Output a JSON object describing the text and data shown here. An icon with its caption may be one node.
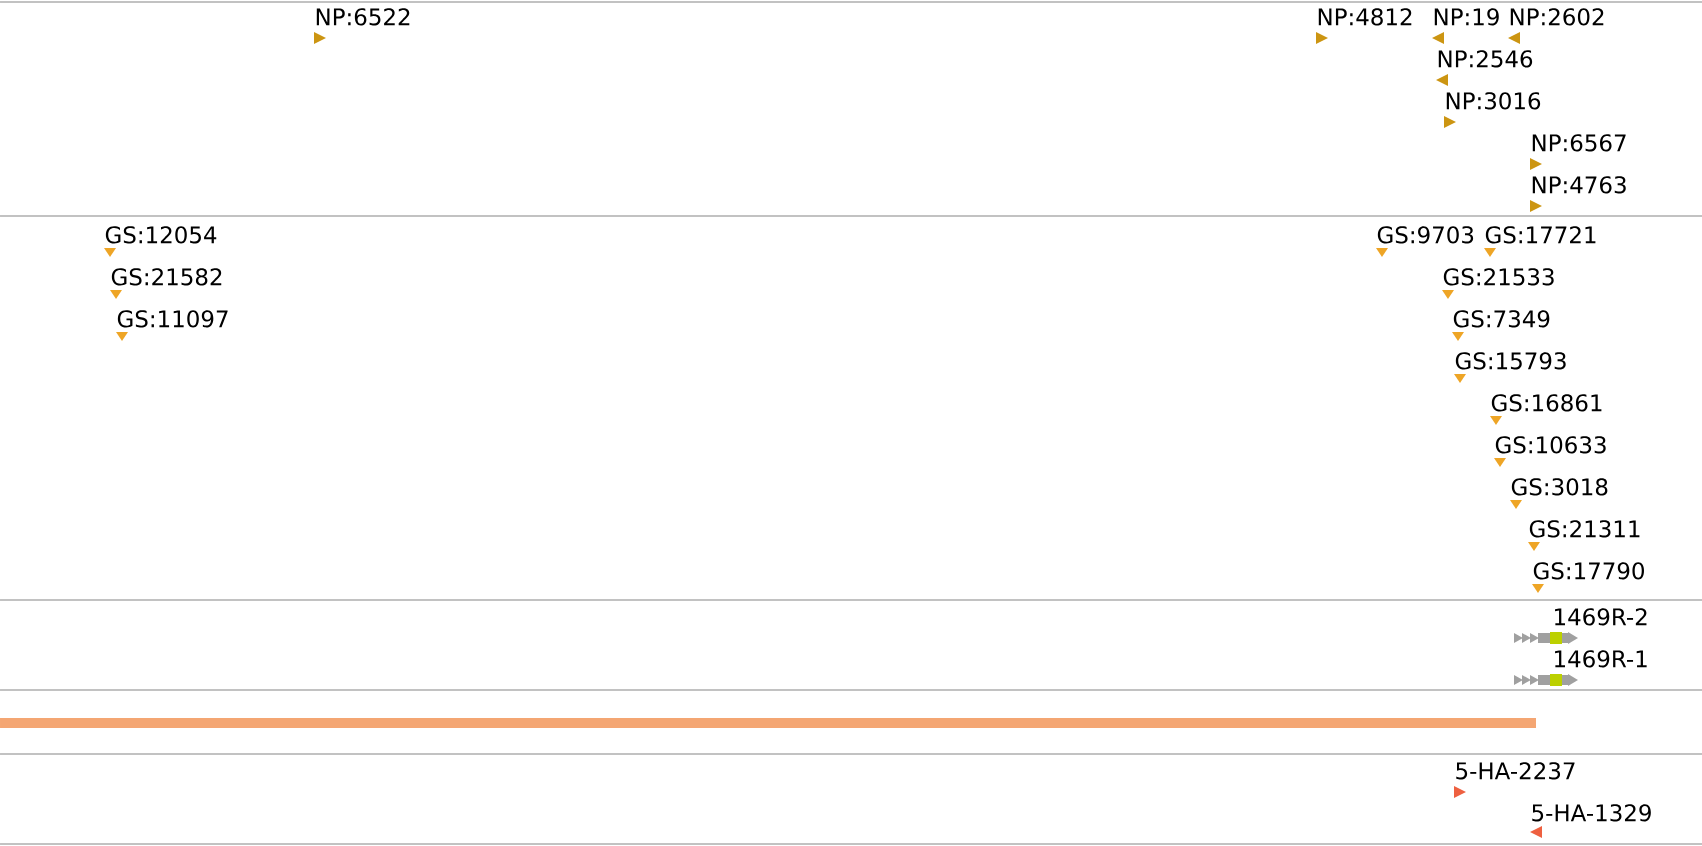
{
  "diagram": {
    "labels": [
      "NP:6522",
      "NP:4812",
      "NP:19",
      "NP:2602",
      "NP:2546",
      "NP:3016",
      "NP:6567",
      "NP:4763",
      "GS:12054",
      "GS:9703",
      "GS:17721",
      "GS:21582",
      "GS:21533",
      "GS:11097",
      "GS:7349",
      "GS:15793",
      "GS:16861",
      "GS:10633",
      "GS:3018",
      "GS:21311",
      "GS:17790",
      "1469R-2",
      "1469R-1",
      "5-HA-2237",
      "5-HA-1329"
    ]
  }
}
